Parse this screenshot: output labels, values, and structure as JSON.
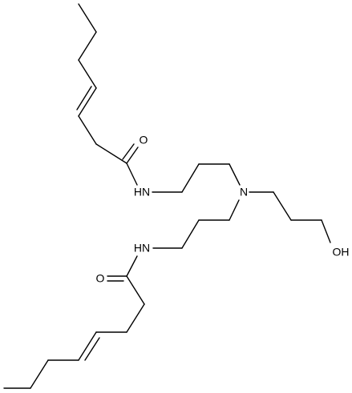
{
  "atoms": {
    "o_upper": "O",
    "nh_upper": "HN",
    "n_center": "N",
    "nh_lower": "HN",
    "o_lower": "O",
    "oh": "OH"
  },
  "colors": {
    "bond": "#000000",
    "text": "#000000",
    "background": "#ffffff"
  }
}
